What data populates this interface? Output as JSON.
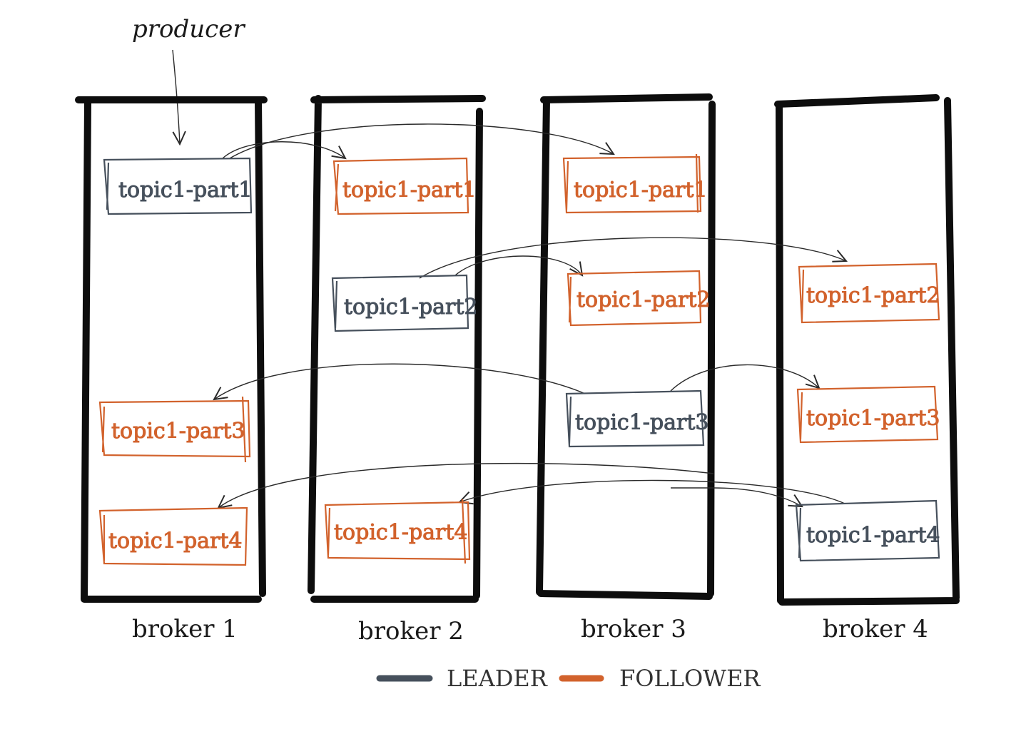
{
  "producer_label": "producer",
  "brokers": [
    {
      "label": "broker 1"
    },
    {
      "label": "broker 2"
    },
    {
      "label": "broker 3"
    },
    {
      "label": "broker 4"
    }
  ],
  "partitions": {
    "b1_p1": {
      "label": "topic1-part1",
      "role": "leader"
    },
    "b1_p3": {
      "label": "topic1-part3",
      "role": "follower"
    },
    "b1_p4": {
      "label": "topic1-part4",
      "role": "follower"
    },
    "b2_p1": {
      "label": "topic1-part1",
      "role": "follower"
    },
    "b2_p2": {
      "label": "topic1-part2",
      "role": "leader"
    },
    "b2_p4": {
      "label": "topic1-part4",
      "role": "follower"
    },
    "b3_p1": {
      "label": "topic1-part1",
      "role": "follower"
    },
    "b3_p2": {
      "label": "topic1-part2",
      "role": "follower"
    },
    "b3_p3": {
      "label": "topic1-part3",
      "role": "leader"
    },
    "b4_p2": {
      "label": "topic1-part2",
      "role": "follower"
    },
    "b4_p3": {
      "label": "topic1-part3",
      "role": "follower"
    },
    "b4_p4": {
      "label": "topic1-part4",
      "role": "leader"
    }
  },
  "legend": {
    "leader_label": "LEADER",
    "follower_label": "FOLLOWER",
    "leader_color": "#46505c",
    "follower_color": "#d2622c"
  }
}
